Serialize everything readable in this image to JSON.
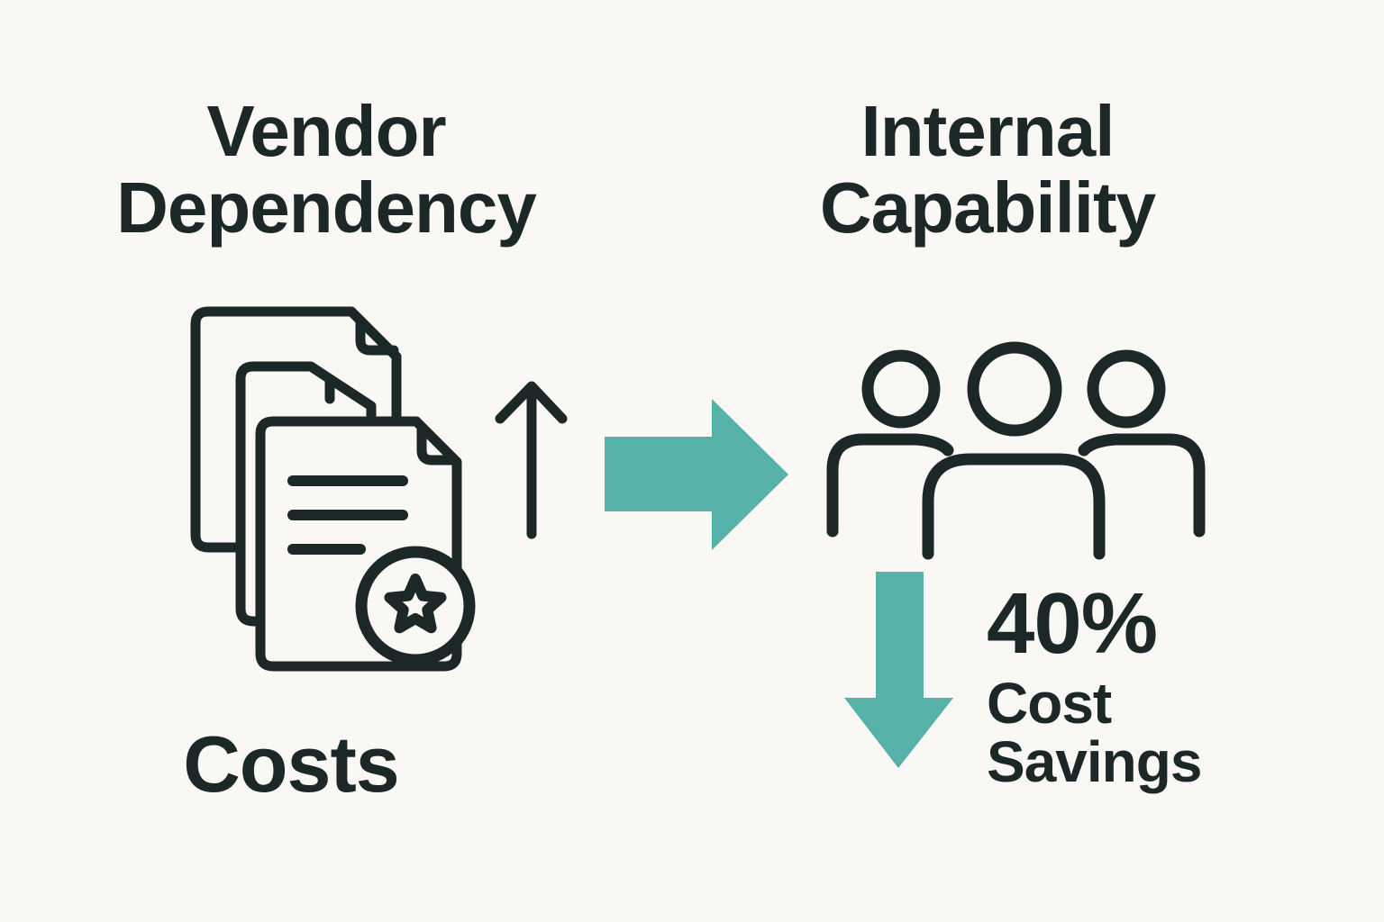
{
  "colors": {
    "bg": "#FAF8F5",
    "ink": "#1C2827",
    "accent": "#56B1A9"
  },
  "left_panel": {
    "title_line1": "Vendor",
    "title_line2": "Dependency",
    "caption": "Costs",
    "icons": {
      "documents": "documents-stack-icon",
      "badge": "star-badge-icon",
      "trend": "increase-arrow-icon"
    }
  },
  "transition": {
    "icon": "right-arrow-icon"
  },
  "right_panel": {
    "title_line1": "Internal",
    "title_line2": "Capability",
    "stat_value": "40%",
    "stat_label_line1": "Cost",
    "stat_label_line2": "Savings",
    "icons": {
      "team": "team-icon",
      "trend": "decrease-arrow-icon"
    }
  }
}
